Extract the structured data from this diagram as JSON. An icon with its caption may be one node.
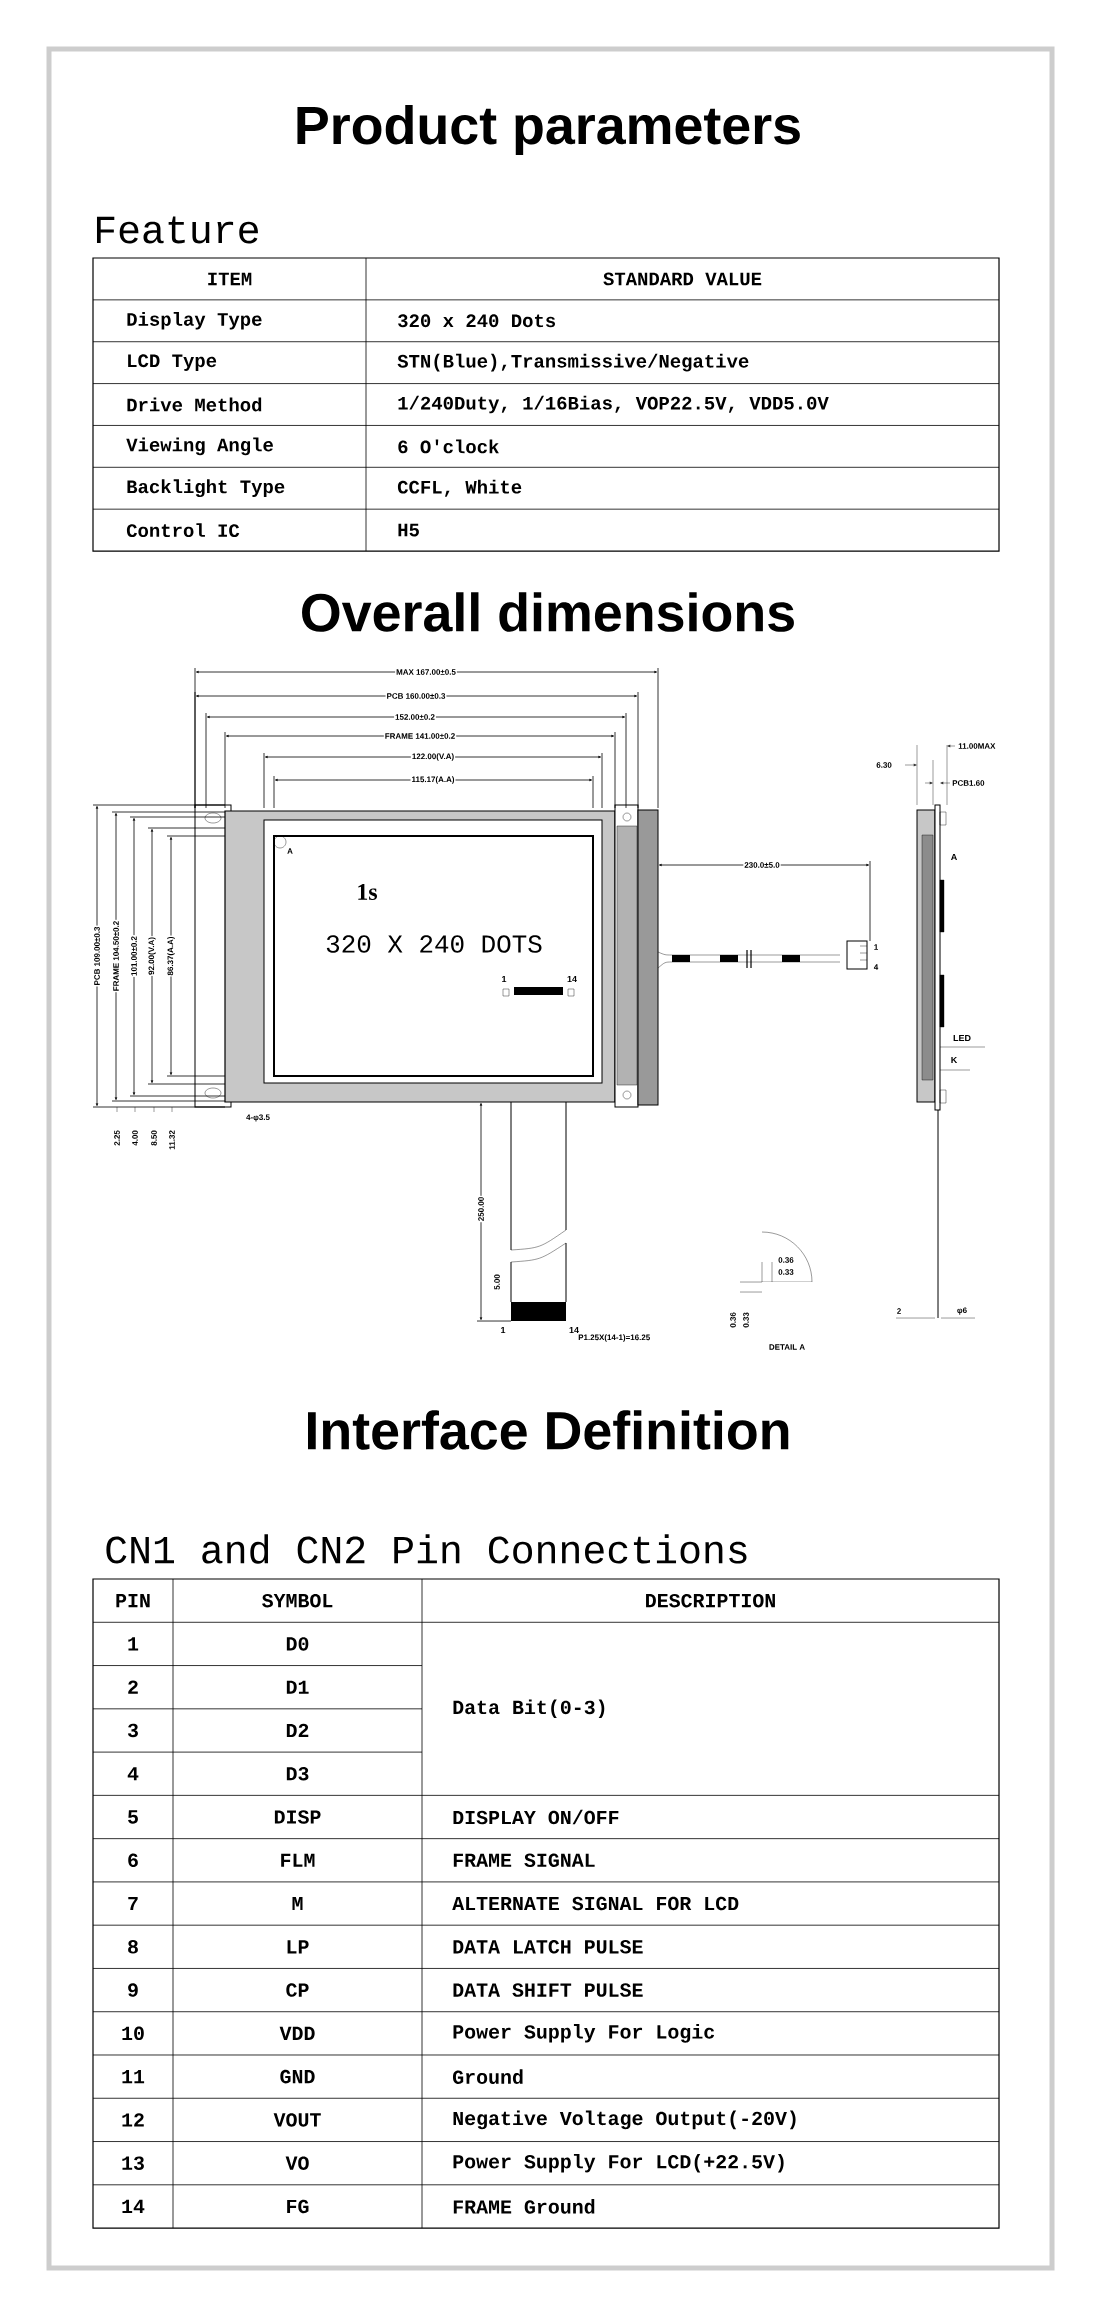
{
  "diagram": {
    "title": "Product parameters",
    "labels": [
      "Feature",
      "ITEM",
      "STANDARD VALUE",
      "Display Type",
      "320 x 240 Dots",
      "LCD Type",
      "STN(Blue),Transmissive/Negative",
      "Drive Method",
      "1/240Duty, 1/16Bias, VOP22.5V, VDD5.0V",
      "Viewing Angle",
      "6 O'clock",
      "Backlight Type",
      "CCFL, White",
      "Control IC",
      "H5",
      "Overall dimensions",
      "MAX 167.00±0.5",
      "PCB 160.00±0.3",
      "152.00±0.2",
      "FRAME 141.00±0.2",
      "122.00(V.A)",
      "115.17(A.A)",
      "PCB 109.00±0.3",
      "FRAME 104.50±0.2",
      "101.00±0.2",
      "92.00(V.A)",
      "86.37(A.A)",
      "A",
      "1s",
      "320 X 240 DOTS",
      "1",
      "14",
      "4-φ3.5",
      "2.25",
      "4.00",
      "8.50",
      "11.32",
      "230.0±5.0",
      "1",
      "4",
      "6.30",
      "11.00MAX",
      "PCB1.60",
      "A",
      "LED",
      "K",
      "250.00",
      "5.00",
      "1",
      "14",
      "P1.25X(14-1)=16.25",
      "0.36",
      "0.33",
      "0.36",
      "0.33",
      "DETAIL A",
      "2",
      "φ6",
      "Interface Definition",
      "CN1 and CN2 Pin Connections",
      "PIN",
      "SYMBOL",
      "DESCRIPTION",
      "1",
      "D0",
      "Data Bit(0-3)",
      "2",
      "D1",
      "3",
      "D2",
      "4",
      "D3",
      "5",
      "DISP",
      "DISPLAY ON/OFF",
      "6",
      "FLM",
      "FRAME SIGNAL",
      "7",
      "M",
      "ALTERNATE SIGNAL FOR LCD",
      "8",
      "LP",
      "DATA LATCH PULSE",
      "9",
      "CP",
      "DATA SHIFT PULSE",
      "10",
      "VDD",
      "Power Supply For Logic",
      "11",
      "GND",
      "Ground",
      "12",
      "VOUT",
      "Negative Voltage Output(-20V)",
      "13",
      "VO",
      "Power Supply For LCD(+22.5V)",
      "14",
      "FG",
      "FRAME Ground"
    ]
  }
}
